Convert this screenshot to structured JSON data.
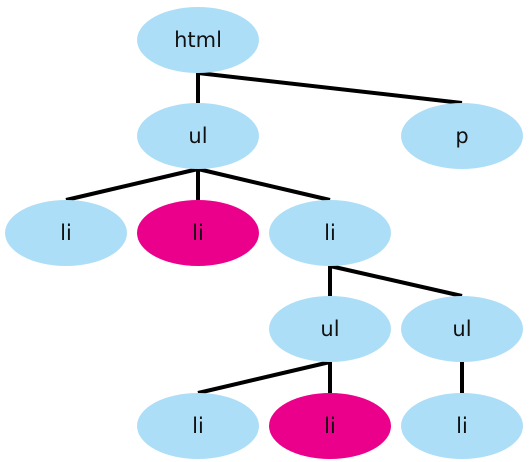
{
  "colors": {
    "node_default": "#ADDEF7",
    "node_highlight": "#EB008B",
    "edge": "#000000",
    "label": "#111111"
  },
  "nodes": [
    {
      "id": "html",
      "label": "html",
      "highlighted": false
    },
    {
      "id": "ul-1",
      "label": "ul",
      "highlighted": false
    },
    {
      "id": "p",
      "label": "p",
      "highlighted": false
    },
    {
      "id": "li-1",
      "label": "li",
      "highlighted": false
    },
    {
      "id": "li-2",
      "label": "li",
      "highlighted": true
    },
    {
      "id": "li-3",
      "label": "li",
      "highlighted": false
    },
    {
      "id": "ul-2",
      "label": "ul",
      "highlighted": false
    },
    {
      "id": "ul-3",
      "label": "ul",
      "highlighted": false
    },
    {
      "id": "li-4",
      "label": "li",
      "highlighted": false
    },
    {
      "id": "li-5",
      "label": "li",
      "highlighted": true
    },
    {
      "id": "li-6",
      "label": "li",
      "highlighted": false
    }
  ],
  "edges": [
    {
      "from": "html",
      "to": "ul-1"
    },
    {
      "from": "html",
      "to": "p"
    },
    {
      "from": "ul-1",
      "to": "li-1"
    },
    {
      "from": "ul-1",
      "to": "li-2"
    },
    {
      "from": "ul-1",
      "to": "li-3"
    },
    {
      "from": "li-3",
      "to": "ul-2"
    },
    {
      "from": "li-3",
      "to": "ul-3"
    },
    {
      "from": "ul-2",
      "to": "li-4"
    },
    {
      "from": "ul-2",
      "to": "li-5"
    },
    {
      "from": "ul-3",
      "to": "li-6"
    }
  ]
}
